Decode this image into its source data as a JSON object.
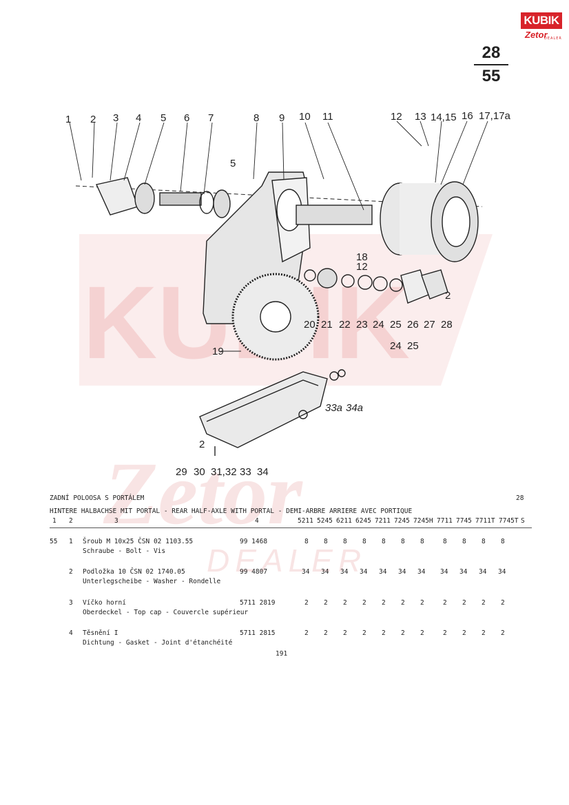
{
  "logo": {
    "brand": "KUBIK",
    "sub": "Zetor",
    "dealer": "DEALER"
  },
  "page": {
    "fig_number": "28",
    "fig_total": "55",
    "footer_page": "191"
  },
  "watermark": {
    "main": "KUBIK",
    "script": "Zetor",
    "dealer": "DEALER",
    "color": "#f3c8c8"
  },
  "diagram": {
    "callouts_top": [
      "1",
      "2",
      "3",
      "4",
      "5",
      "6",
      "7",
      "8",
      "9",
      "10",
      "11",
      "12",
      "13",
      "14,15",
      "16",
      "17,17a"
    ],
    "callouts_mid": [
      "5",
      "18",
      "12",
      "2",
      "19"
    ],
    "callouts_low": [
      "20",
      "21",
      "22",
      "23",
      "24",
      "25",
      "26",
      "27",
      "28",
      "24",
      "25"
    ],
    "callouts_pan": [
      "33a",
      "34a",
      "2",
      "29",
      "30",
      "31,32",
      "33",
      "34"
    ]
  },
  "parts_table": {
    "title": "ZADNÍ POLOOSA S PORTÁLEM",
    "page_ref": "28",
    "subtitle": "HINTERE HALBACHSE MIT PORTAL - REAR HALF-AXLE WITH PORTAL - DEMI-ARBRE ARRIERE AVEC PORTIQUE",
    "col_indices": [
      "1",
      "2",
      "3",
      "4"
    ],
    "models": [
      "5211",
      "5245",
      "6211",
      "6245",
      "7211",
      "7245",
      "7245H",
      "7711",
      "7745",
      "7711T",
      "7745T"
    ],
    "model_suffix": "S",
    "group": "55",
    "rows": [
      {
        "pos": "1",
        "name_cz": "Šroub M 10x25 ČSN 02 1103.55",
        "name_trans": "Schraube - Bolt - Vis",
        "part_no": "99 1468",
        "qty": [
          "8",
          "8",
          "8",
          "8",
          "8",
          "8",
          "8",
          "8",
          "8",
          "8",
          "8"
        ]
      },
      {
        "pos": "2",
        "name_cz": "Podložka 10 ČSN 02 1740.05",
        "name_trans": "Unterlegscheibe - Washer - Rondelle",
        "part_no": "99 4807",
        "qty": [
          "34",
          "34",
          "34",
          "34",
          "34",
          "34",
          "34",
          "34",
          "34",
          "34",
          "34"
        ]
      },
      {
        "pos": "3",
        "name_cz": "Víčko horní",
        "name_trans": "Oberdeckel - Top cap - Couvercle supérieur",
        "part_no": "5711 2819",
        "qty": [
          "2",
          "2",
          "2",
          "2",
          "2",
          "2",
          "2",
          "2",
          "2",
          "2",
          "2"
        ]
      },
      {
        "pos": "4",
        "name_cz": "Těsnění I",
        "name_trans": "Dichtung - Gasket - Joint d'étanchéité",
        "part_no": "5711 2815",
        "qty": [
          "2",
          "2",
          "2",
          "2",
          "2",
          "2",
          "2",
          "2",
          "2",
          "2",
          "2"
        ]
      }
    ]
  }
}
